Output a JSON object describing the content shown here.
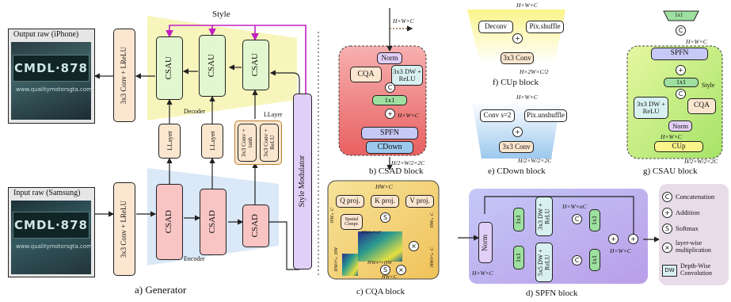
{
  "generator": {
    "caption": "a) Generator",
    "style": "Style",
    "output_label": "Output raw (iPhone)",
    "input_label": "Input raw (Samsung)",
    "conv_out": "3x3 Conv + LReLU",
    "conv_in": "3x3 Conv + LReLU",
    "decoder": "Decoder",
    "encoder": "Encoder",
    "csau": "CSAU",
    "csad": "CSAD",
    "llayer": "LLayer",
    "llayer_tag": "LLayer",
    "conv_tanh": "3x3 Conv + tanh",
    "conv_relu": "3x3 Conv + ReLU",
    "style_modulator": "Style Modulator",
    "plate_text": "CMDL·878",
    "plate_url": "www.qualitymotorsgta.com"
  },
  "csad": {
    "caption": "b) CSAD block",
    "in_dim": "H×W×C",
    "norm": "Norm",
    "cqa": "CQA",
    "dw": "3x3 DW + ReLU",
    "c": "C",
    "conv1": "1x1",
    "plus": "+",
    "mid_dim": "H×W×C",
    "spfn": "SPFN",
    "cdown": "CDown",
    "out_dim": "H/2×W/2×2C"
  },
  "cup": {
    "caption": "f) CUp block",
    "in_dim": "H×W×C",
    "deconv": "Deconv",
    "pix": "Pix.shuffle",
    "plus": "+",
    "conv": "3x3 Conv",
    "out_dim": "H×2W×C/2"
  },
  "cdown": {
    "caption": "e) CDown block",
    "in_dim": "H×W×C",
    "conv": "Conv s=2",
    "pix": "Pix.unshuffle",
    "plus": "+",
    "conv3": "3x3 Conv",
    "out_dim": "H/2×W/2×2C"
  },
  "csau": {
    "caption": "g) CSAU block",
    "conv_top": "1x1",
    "c": "C",
    "dim_top": "H×W×C",
    "spfn": "SPFN",
    "plus": "+",
    "conv1": "1x1",
    "c2": "C",
    "style": "Style",
    "dw": "3x3 DW + ReLU",
    "cqa": "CQA",
    "norm": "Norm",
    "dim_mid": "H×W×C",
    "cup": "CUp",
    "dim_bot": "H/2×W/2×2C"
  },
  "cqa": {
    "caption": "c) CQA block",
    "top_dim": "HW×C",
    "q": "Q proj.",
    "k": "K proj.",
    "v": "V proj.",
    "s1": "S",
    "s2": "S",
    "spatial": "Spatial Compr.",
    "dim1": "HW/r²×C",
    "dim2": "HW/r²×HW",
    "x1": "×",
    "x2": "×",
    "bot_dim": "HW×C",
    "left_dim1": "HW×C",
    "left_dim2": "HW/r²×HW",
    "right_dim1": "HW×C",
    "right_dim2": "HW/r²×C"
  },
  "spfn": {
    "caption": "d) SPFN block",
    "norm": "Norm",
    "in_dim": "H×W×C",
    "conv_a": "1x1",
    "conv_b": "1x1",
    "dw3": "3x3 DW + ReLU",
    "dw5": "5x5 DW + ReLU",
    "c1": "C",
    "c2": "C",
    "dim_hw": "H×W×αC",
    "conv_c": "1x1",
    "conv_d": "1x1",
    "plus1": "+",
    "plus2": "+",
    "out_dim": "H×W×C"
  },
  "legend": {
    "items": [
      {
        "sym": "C",
        "label": "Concatenation"
      },
      {
        "sym": "+",
        "label": "Addition"
      },
      {
        "sym": "S",
        "label": "Softmax"
      },
      {
        "sym": "×",
        "label": "layer-wise multiplication"
      },
      {
        "sym": "DW",
        "label": "Depth-Wise Convolution"
      }
    ]
  }
}
